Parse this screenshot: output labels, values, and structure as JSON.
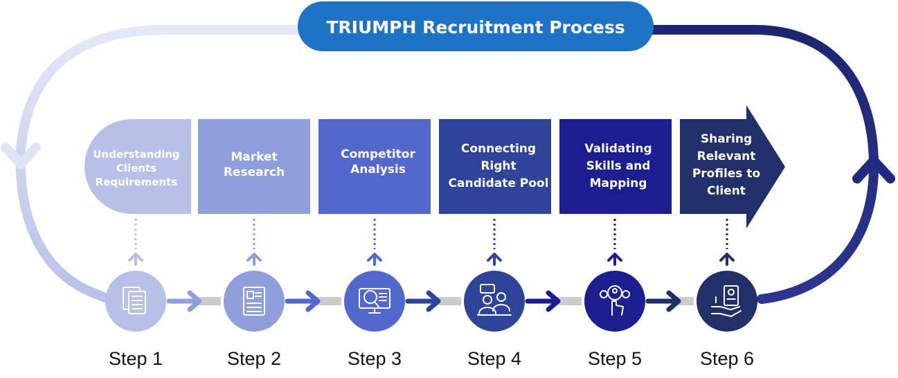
{
  "title": "TRIUMPH Recruitment Process",
  "steps": [
    {
      "label": "Step 1",
      "text_lines": [
        "Understanding",
        "Clients",
        "Requirements"
      ],
      "color": "#b7c0e6",
      "icon": "documents-icon"
    },
    {
      "label": "Step 2",
      "text_lines": [
        "Market",
        "Research"
      ],
      "color": "#8e9fdc",
      "icon": "resume-icon"
    },
    {
      "label": "Step 3",
      "text_lines": [
        "Competitor",
        "Analysis"
      ],
      "color": "#5368cc",
      "icon": "magnifier-monitor-icon"
    },
    {
      "label": "Step 4",
      "text_lines": [
        "Connecting",
        "Right",
        "Candidate Pool"
      ],
      "color": "#2e4498",
      "icon": "interview-icon"
    },
    {
      "label": "Step 5",
      "text_lines": [
        "Validating",
        "Skills and",
        "Mapping"
      ],
      "color": "#1a1e8e",
      "icon": "people-select-icon"
    },
    {
      "label": "Step 6",
      "text_lines": [
        "Sharing",
        "Relevant",
        "Profiles to",
        "Client"
      ],
      "color": "#223069",
      "icon": "profile-hand-icon"
    }
  ],
  "colors": {
    "title_pill": "#1e73c6",
    "loop_light": "#dde3f6",
    "loop_dark": "#1f2a80",
    "connector_bar": "#cccccc"
  }
}
